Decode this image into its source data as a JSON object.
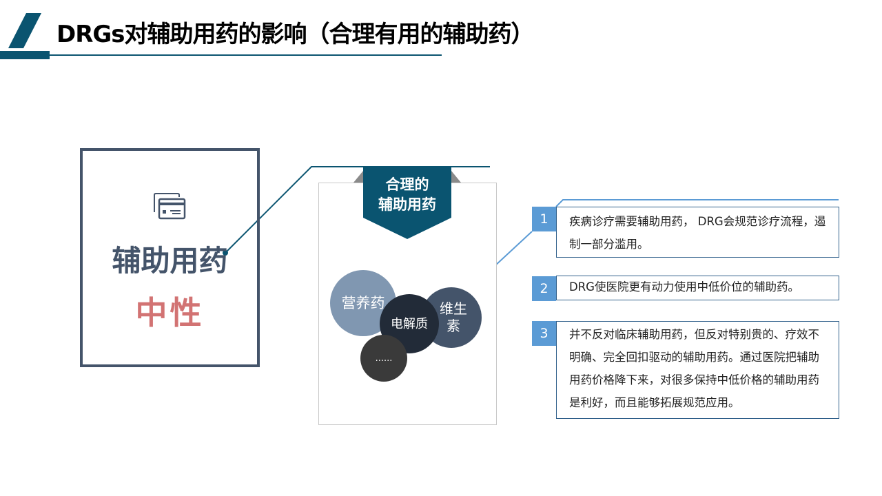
{
  "header": {
    "title": "DRGs对辅助用药的影响（合理有用的辅助药）"
  },
  "left_panel": {
    "icon": "credit-card-icon",
    "label": "辅助用药",
    "verdict": "中性"
  },
  "center_card": {
    "banner": [
      "合理的",
      "辅助用药"
    ],
    "circles": [
      {
        "label": "营养药"
      },
      {
        "label": "维生素"
      },
      {
        "label": "电解质"
      },
      {
        "label": "......"
      }
    ]
  },
  "points": [
    {
      "num": "1",
      "text": "疾病诊疗需要辅助用药， DRG会规范诊疗流程，遏制一部分滥用。"
    },
    {
      "num": "2",
      "text": "DRG使医院更有动力使用中低价位的辅助药。"
    },
    {
      "num": "3",
      "text": "并不反对临床辅助用药，但反对特别贵的、疗效不明确、完全回扣驱动的辅助用药。通过医院把辅助用药价格降下来，对很多保持中低价格的辅助用药是利好，而且能够拓展规范应用。"
    }
  ],
  "colors": {
    "primary": "#0a5470",
    "slate": "#44546a",
    "accent": "#d27373",
    "blue": "#5b9bd5"
  }
}
